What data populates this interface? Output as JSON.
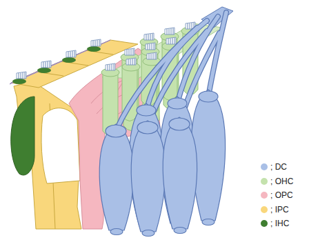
{
  "diagram": {
    "legend": [
      {
        "text": "; DC",
        "color": "#a9bfe6"
      },
      {
        "text": "; OHC",
        "color": "#c4e2ad"
      },
      {
        "text": "; OPC",
        "color": "#f5b7c0"
      },
      {
        "text": "; IPC",
        "color": "#f9d77c"
      },
      {
        "text": "; IHC",
        "color": "#3f7e30"
      }
    ]
  }
}
